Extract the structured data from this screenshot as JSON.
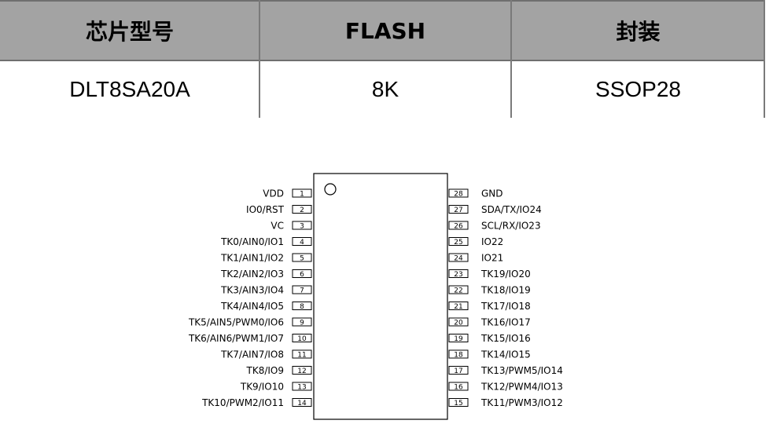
{
  "table": {
    "headers": [
      "芯片型号",
      "FLASH",
      "封装"
    ],
    "row": [
      "DLT8SA20A",
      "8K",
      "SSOP28"
    ]
  },
  "chip": {
    "left_pins": [
      {
        "num": "1",
        "label": "VDD"
      },
      {
        "num": "2",
        "label": "IO0/RST"
      },
      {
        "num": "3",
        "label": "VC"
      },
      {
        "num": "4",
        "label": "TK0/AIN0/IO1"
      },
      {
        "num": "5",
        "label": "TK1/AIN1/IO2"
      },
      {
        "num": "6",
        "label": "TK2/AIN2/IO3"
      },
      {
        "num": "7",
        "label": "TK3/AIN3/IO4"
      },
      {
        "num": "8",
        "label": "TK4/AIN4/IO5"
      },
      {
        "num": "9",
        "label": "TK5/AIN5/PWM0/IO6"
      },
      {
        "num": "10",
        "label": "TK6/AIN6/PWM1/IO7"
      },
      {
        "num": "11",
        "label": "TK7/AIN7/IO8"
      },
      {
        "num": "12",
        "label": "TK8/IO9"
      },
      {
        "num": "13",
        "label": "TK9/IO10"
      },
      {
        "num": "14",
        "label": "TK10/PWM2/IO11"
      }
    ],
    "right_pins": [
      {
        "num": "28",
        "label": "GND"
      },
      {
        "num": "27",
        "label": "SDA/TX/IO24"
      },
      {
        "num": "26",
        "label": "SCL/RX/IO23"
      },
      {
        "num": "25",
        "label": "IO22"
      },
      {
        "num": "24",
        "label": "IO21"
      },
      {
        "num": "23",
        "label": "TK19/IO20"
      },
      {
        "num": "22",
        "label": "TK18/IO19"
      },
      {
        "num": "21",
        "label": "TK17/IO18"
      },
      {
        "num": "20",
        "label": "TK16/IO17"
      },
      {
        "num": "19",
        "label": "TK15/IO16"
      },
      {
        "num": "18",
        "label": "TK14/IO15"
      },
      {
        "num": "17",
        "label": "TK13/PWM5/IO14"
      },
      {
        "num": "16",
        "label": "TK12/PWM4/IO13"
      },
      {
        "num": "15",
        "label": "TK11/PWM3/IO12"
      }
    ]
  }
}
